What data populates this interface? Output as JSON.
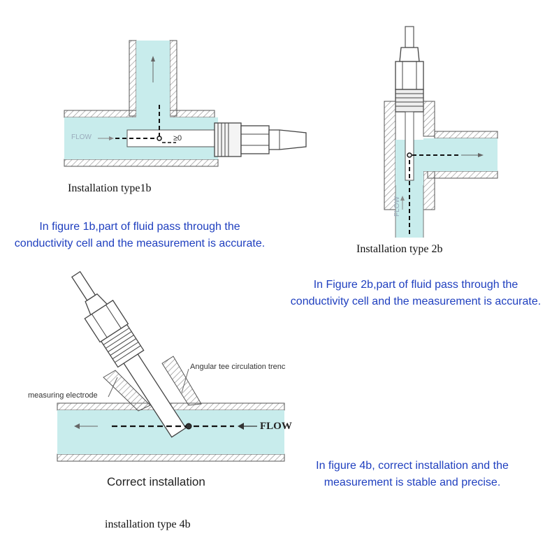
{
  "fig1": {
    "flow_label": "FLOW",
    "angle_label": "≥0",
    "caption": "Installation type1b",
    "description": "In figure 1b,part of fluid pass through the conductivity cell and the measurement is accurate."
  },
  "fig2": {
    "flow_label": "FLOW",
    "caption": "Installation type 2b",
    "description": "In Figure 2b,part of fluid pass through the conductivity cell and the measurement is accurate."
  },
  "fig4": {
    "angular_label": "Angular tee circulation trenc",
    "electrode_label": "measuring electrode",
    "flow_label": "FLOW",
    "correct_label": "Correct installation",
    "caption": "installation type 4b",
    "description": "In figure 4b, correct installation and the measurement is stable and precise."
  },
  "colors": {
    "fluid": "#c8ecec",
    "line": "#444444",
    "text_blue": "#1f3fbf"
  }
}
